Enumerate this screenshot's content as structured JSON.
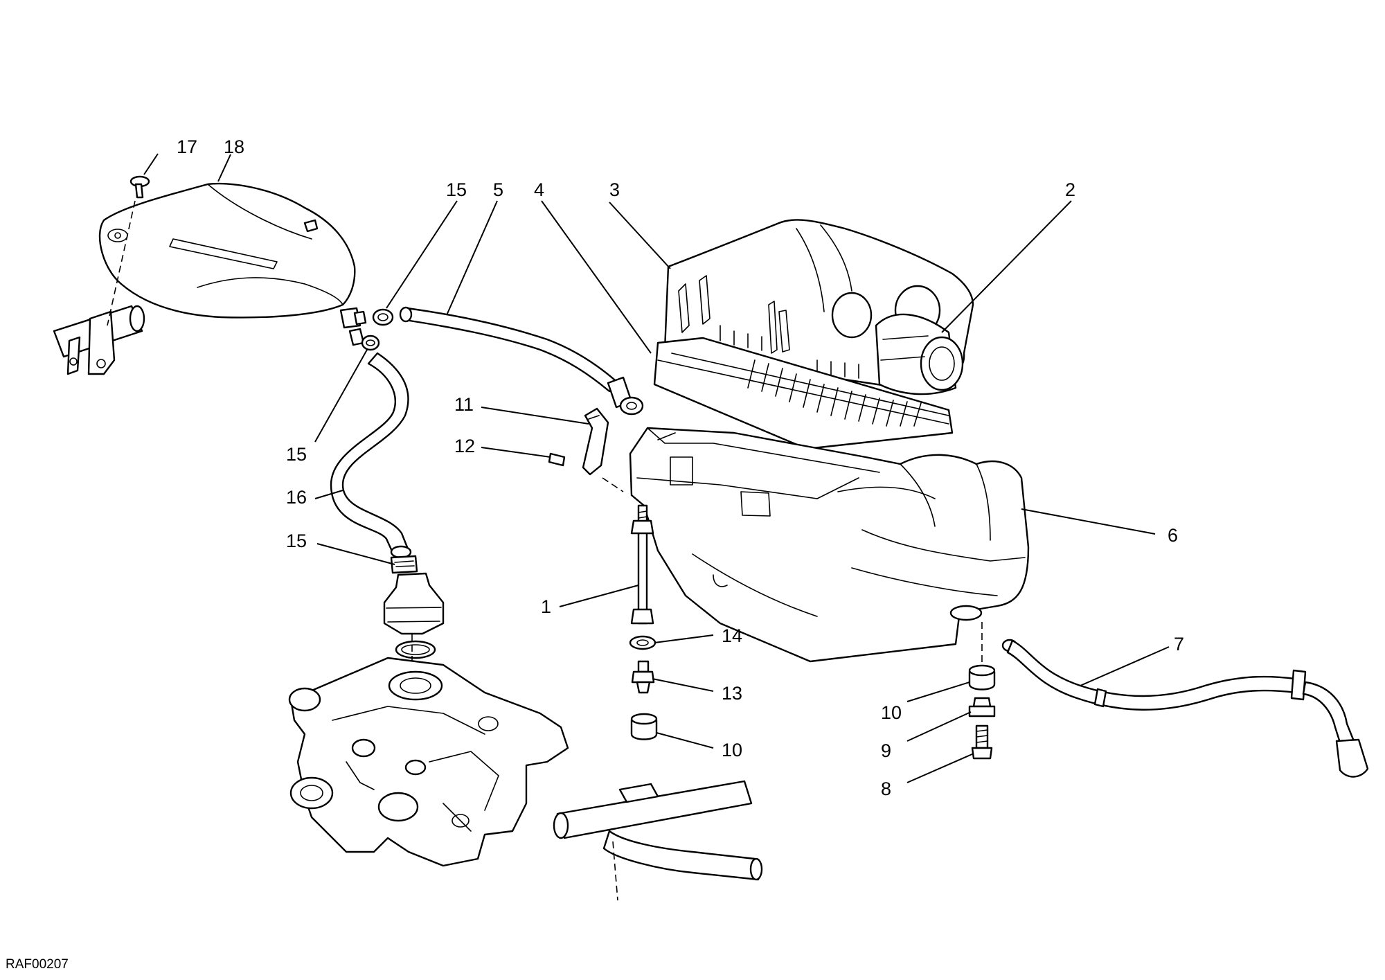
{
  "diagram_code": "RAF00207",
  "callouts": [
    {
      "id": "c17",
      "label": "17"
    },
    {
      "id": "c18",
      "label": "18"
    },
    {
      "id": "c15a",
      "label": "15"
    },
    {
      "id": "c5",
      "label": "5"
    },
    {
      "id": "c4",
      "label": "4"
    },
    {
      "id": "c3",
      "label": "3"
    },
    {
      "id": "c2",
      "label": "2"
    },
    {
      "id": "c11",
      "label": "11"
    },
    {
      "id": "c12",
      "label": "12"
    },
    {
      "id": "c15b",
      "label": "15"
    },
    {
      "id": "c16",
      "label": "16"
    },
    {
      "id": "c15c",
      "label": "15"
    },
    {
      "id": "c6",
      "label": "6"
    },
    {
      "id": "c1",
      "label": "1"
    },
    {
      "id": "c14",
      "label": "14"
    },
    {
      "id": "c13",
      "label": "13"
    },
    {
      "id": "c10a",
      "label": "10"
    },
    {
      "id": "c7",
      "label": "7"
    },
    {
      "id": "c10b",
      "label": "10"
    },
    {
      "id": "c9",
      "label": "9"
    },
    {
      "id": "c8",
      "label": "8"
    }
  ]
}
